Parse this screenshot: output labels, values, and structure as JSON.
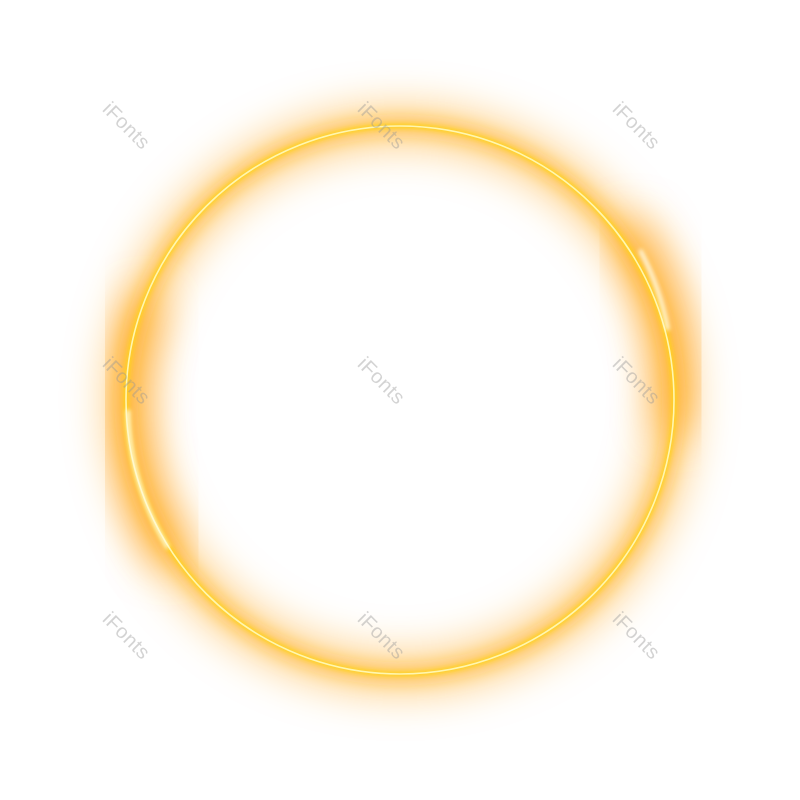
{
  "image": {
    "subject": "glowing-golden-ring",
    "colors": {
      "background": "#ffffff",
      "ring_core": "#ffd21a",
      "ring_highlight": "#fff6b0",
      "glow_inner": "#ffae1a",
      "glow_outer": "#ff9a00"
    }
  },
  "watermarks": [
    "iFonts",
    "iFonts",
    "iFonts",
    "iFonts",
    "iFonts",
    "iFonts",
    "iFonts",
    "iFonts",
    "iFonts"
  ]
}
